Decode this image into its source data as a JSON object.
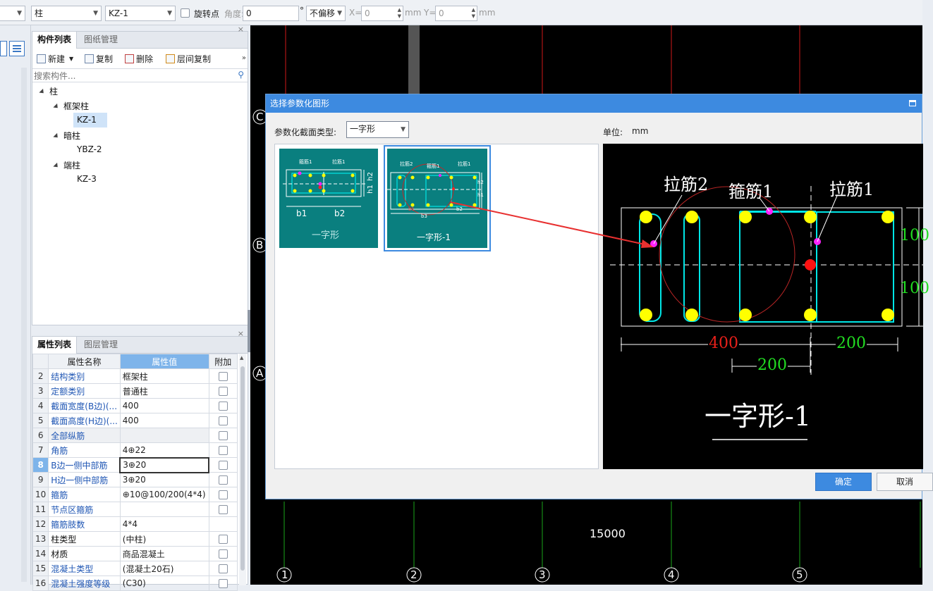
{
  "toolbar": {
    "combo1": "柱",
    "combo2": "KZ-1",
    "rotate_label": "旋转点",
    "angle_label": "角度:",
    "angle_value": "0",
    "degree_unit": "°",
    "offset_option": "不偏移",
    "x_label": "X=",
    "x_value": "0",
    "y_label": "Y=",
    "y_value": "0",
    "unit_mm": "mm"
  },
  "component_panel": {
    "tabs": [
      "构件列表",
      "图纸管理"
    ],
    "new_label": "新建",
    "copy_label": "复制",
    "delete_label": "删除",
    "floor_copy_label": "层间复制",
    "search_placeholder": "搜索构件...",
    "tree": {
      "root": "柱",
      "group1": "框架柱",
      "item1": "KZ-1",
      "group2": "暗柱",
      "item2": "YBZ-2",
      "group3": "端柱",
      "item3": "KZ-3"
    }
  },
  "property_panel": {
    "tabs": [
      "属性列表",
      "图层管理"
    ],
    "headers": {
      "name": "属性名称",
      "value": "属性值",
      "extra": "附加"
    },
    "rows": [
      {
        "n": "2",
        "name": "结构类别",
        "value": "框架柱"
      },
      {
        "n": "3",
        "name": "定额类别",
        "value": "普通柱"
      },
      {
        "n": "4",
        "name": "截面宽度(B边)(...",
        "value": "400"
      },
      {
        "n": "5",
        "name": "截面高度(H边)(...",
        "value": "400"
      },
      {
        "n": "6",
        "name": "全部纵筋",
        "value": ""
      },
      {
        "n": "7",
        "name": "角筋",
        "value": "4⊕22"
      },
      {
        "n": "8",
        "name": "B边一侧中部筋",
        "value": "3⊕20"
      },
      {
        "n": "9",
        "name": "H边一侧中部筋",
        "value": "3⊕20"
      },
      {
        "n": "10",
        "name": "箍筋",
        "value": "⊕10@100/200(4*4)"
      },
      {
        "n": "11",
        "name": "节点区箍筋",
        "value": ""
      },
      {
        "n": "12",
        "name": "箍筋肢数",
        "value": "4*4"
      },
      {
        "n": "13",
        "name": "柱类型",
        "value": "(中柱)"
      },
      {
        "n": "14",
        "name": "材质",
        "value": "商品混凝土"
      },
      {
        "n": "15",
        "name": "混凝土类型",
        "value": "(混凝土20石)"
      },
      {
        "n": "16",
        "name": "混凝土强度等级",
        "value": "(C30)"
      }
    ]
  },
  "canvas": {
    "row_labels": [
      "C",
      "B",
      "A"
    ],
    "col_labels": [
      "1",
      "2",
      "3",
      "4",
      "5"
    ],
    "dimension": "15000"
  },
  "dialog": {
    "title": "选择参数化图形",
    "type_label": "参数化截面类型:",
    "type_value": "一字形",
    "unit_label": "单位:",
    "unit_value": "mm",
    "ok": "确定",
    "cancel": "取消",
    "thumb1": {
      "caption": "一字形",
      "labels": {
        "stirrup": "箍筋1",
        "tie": "拉筋1",
        "b1": "b1",
        "b2": "b2",
        "h1": "h1",
        "h2": "h2"
      }
    },
    "thumb2": {
      "caption": "一字形-1",
      "labels": {
        "tie2": "拉筋2",
        "stirrup": "箍筋1",
        "tie1": "拉筋1",
        "b3": "b3",
        "b1": "b1",
        "b2": "b2",
        "h1": "h1",
        "h2": "h2"
      }
    },
    "preview": {
      "tie2": "拉筋2",
      "stirrup1": "箍筋1",
      "tie1": "拉筋1",
      "dim_400": "400",
      "dim_200_right": "200",
      "dim_200_lower": "200",
      "dim_100_top": "100",
      "dim_100_bottom": "100",
      "caption": "一字形-1"
    }
  },
  "colors": {
    "teal": "#0a7f7f",
    "accent": "#3d8ae0",
    "rebar": "#ffff00",
    "stirrup": "#00e6e6",
    "dim_red": "#e8201a",
    "dim_green": "#22dd22"
  }
}
